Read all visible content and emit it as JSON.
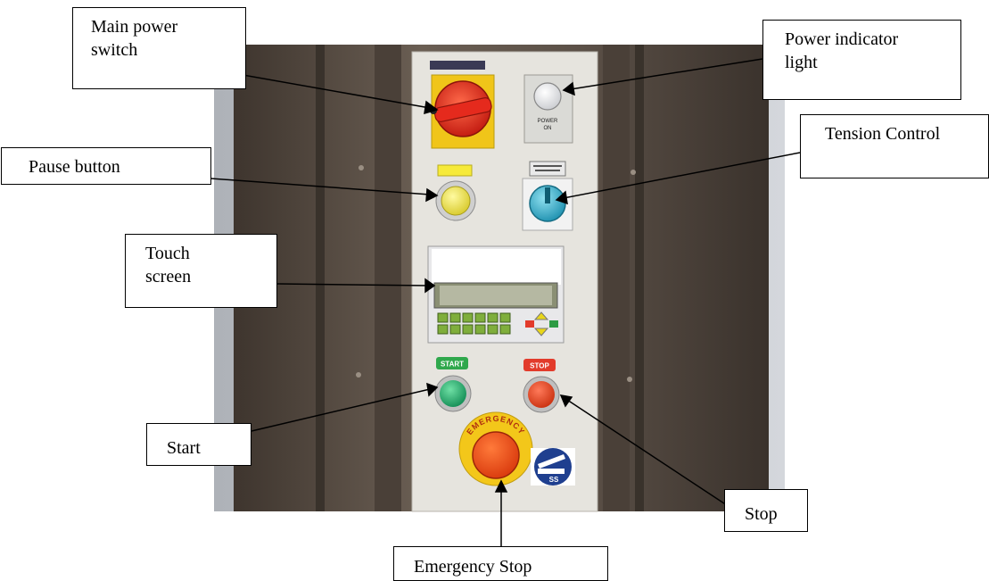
{
  "labels": {
    "main_power_switch": "Main power\nswitch",
    "power_indicator": "Power indicator\nlight",
    "pause_button": "Pause button",
    "tension_control": "Tension Control",
    "touch_screen": "Touch\nscreen",
    "start": "Start",
    "stop": "Stop",
    "emergency_stop": "Emergency Stop"
  },
  "panel": {
    "power_text_1": "POWER",
    "power_text_2": "ON",
    "start_tag": "START",
    "stop_tag": "STOP",
    "emergency_text": "EMERGENCY",
    "logo_text": "SS"
  },
  "colors": {
    "cabinet": "#5b5148",
    "wall": "#c8ccd2",
    "panel": "#e6e4de",
    "knob_red": "#e52a1d",
    "knob_yellow_base": "#f1c40f",
    "pause_yellow": "#efe44a",
    "start_green": "#1ea46a",
    "stop_red": "#e8411f",
    "tension_blue": "#2aa7c6",
    "logo_blue": "#1f3f8f"
  }
}
